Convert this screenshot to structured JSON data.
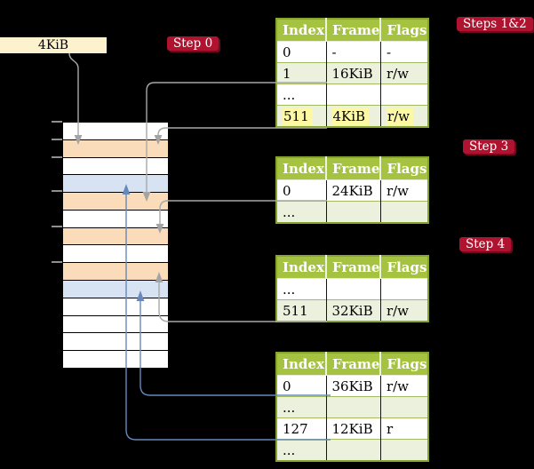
{
  "colors": {
    "background": "#000000",
    "badge_red": "#b01330",
    "badge_shadow": "#6d0a1e",
    "badge_text": "#ffffff",
    "page_size_box_yellow": "#fcf2ce",
    "table_header_green": "#a6c241",
    "table_border_olive": "#87a330",
    "table_row_light_green": "#ebf1dc",
    "highlight_yellow": "#fcf8a3",
    "memory_frame_orange": "#fbdcba",
    "memory_frame_blue": "#d7e3f3",
    "memory_frame_white": "#ffffff",
    "connector_gray": "#a8a8a8",
    "connector_blue": "#6688bb"
  },
  "page_size_box": {
    "label": "4KiB"
  },
  "badges": {
    "step0": "Step 0",
    "steps12": "Steps 1&2",
    "step3": "Step 3",
    "step4": "Step 4"
  },
  "tables": {
    "t1": {
      "headers": [
        "Index",
        "Frame",
        "Flags"
      ],
      "rows": [
        [
          "0",
          "-",
          "-"
        ],
        [
          "1",
          "16KiB",
          "r/w"
        ],
        [
          "...",
          "",
          ""
        ],
        [
          "511",
          "4KiB",
          "r/w"
        ]
      ],
      "highlighted_row": "511"
    },
    "t2": {
      "headers": [
        "Index",
        "Frame",
        "Flags"
      ],
      "rows": [
        [
          "0",
          "24KiB",
          "r/w"
        ],
        [
          "...",
          "",
          ""
        ]
      ]
    },
    "t3": {
      "headers": [
        "Index",
        "Frame",
        "Flags"
      ],
      "rows": [
        [
          "...",
          "",
          ""
        ],
        [
          "511",
          "32KiB",
          "r/w"
        ]
      ]
    },
    "t4": {
      "headers": [
        "Index",
        "Frame",
        "Flags"
      ],
      "rows": [
        [
          "0",
          "36KiB",
          "r/w"
        ],
        [
          "...",
          "",
          ""
        ],
        [
          "127",
          "12KiB",
          "r"
        ],
        [
          "...",
          "",
          ""
        ]
      ]
    }
  },
  "memory": {
    "rows": [
      {
        "css": "background:#ffffff"
      },
      {
        "css": "background:#fbdcba"
      },
      {
        "css": "background:#ffffff"
      },
      {
        "css": "background:#d7e3f3"
      },
      {
        "css": "background:#fbdcba"
      },
      {
        "css": "background:#ffffff"
      },
      {
        "css": "background:#fbdcba"
      },
      {
        "css": "background:#ffffff"
      },
      {
        "css": "background:#fbdcba"
      },
      {
        "css": "background:#d7e3f3"
      },
      {
        "css": "background:#ffffff"
      },
      {
        "css": "background:#ffffff"
      },
      {
        "css": "background:#ffffff"
      },
      {
        "css": "background:#ffffff"
      }
    ]
  }
}
